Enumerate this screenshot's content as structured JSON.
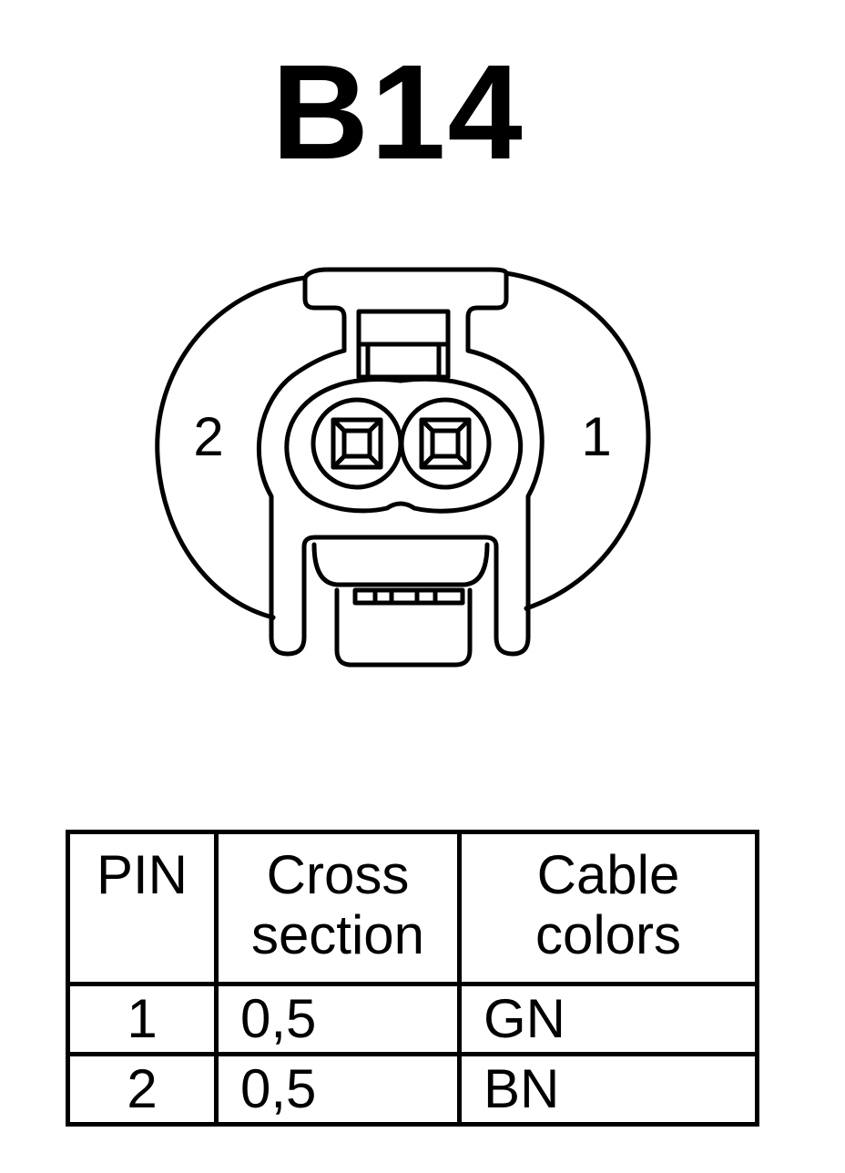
{
  "title": "B14",
  "connector": {
    "pin_labels": {
      "left": "2",
      "right": "1"
    }
  },
  "table": {
    "headers": [
      [
        "PIN"
      ],
      [
        "Cross",
        "section"
      ],
      [
        "Cable",
        "colors"
      ]
    ],
    "rows": [
      {
        "pin": "1",
        "cross_section": "0,5",
        "color": "GN"
      },
      {
        "pin": "2",
        "cross_section": "0,5",
        "color": "BN"
      }
    ]
  }
}
